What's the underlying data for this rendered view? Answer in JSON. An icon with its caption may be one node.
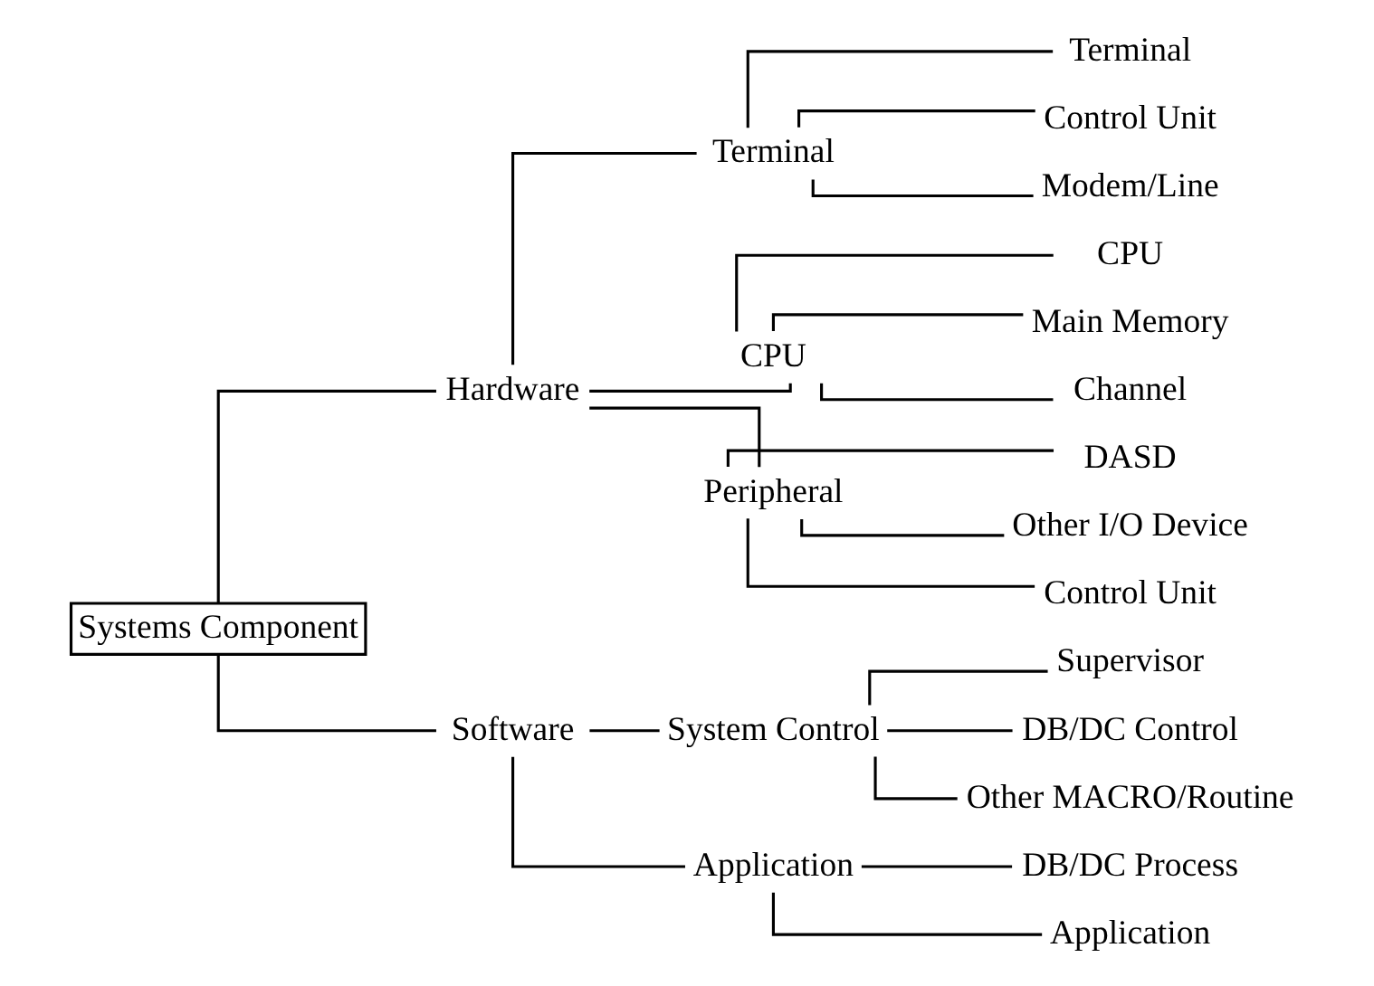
{
  "diagram": {
    "nodes": [
      {
        "text": [
          "Systems Component"
        ]
      },
      {
        "text": [
          "Hardware"
        ]
      },
      {
        "text": [
          "Software"
        ]
      },
      {
        "text": [
          "Terminal"
        ]
      },
      {
        "text": [
          "CPU"
        ]
      },
      {
        "text": [
          "Peripheral"
        ]
      },
      {
        "text": [
          "Terminal"
        ]
      },
      {
        "text": [
          "Control Unit"
        ]
      },
      {
        "text": [
          "Modem/Line"
        ]
      },
      {
        "text": [
          "CPU"
        ]
      },
      {
        "text": [
          "Main Memory"
        ]
      },
      {
        "text": [
          "Channel"
        ]
      },
      {
        "text": [
          "DASD"
        ]
      },
      {
        "text": [
          "Other I/O Device"
        ]
      },
      {
        "text": [
          "Control Unit"
        ]
      },
      {
        "text": [
          "System Control"
        ]
      },
      {
        "text": [
          "Application"
        ]
      },
      {
        "text": [
          "Supervisor"
        ]
      },
      {
        "text": [
          "DB/DC Control"
        ]
      },
      {
        "text": [
          "Other MACRO/Routine"
        ]
      },
      {
        "text": [
          "DB/DC Process"
        ]
      },
      {
        "text": [
          "Application"
        ]
      }
    ],
    "edges": [
      {
        "from": 0,
        "to": 1,
        "arrow": "none"
      },
      {
        "from": 0,
        "to": 2,
        "arrow": "none"
      },
      {
        "from": 1,
        "to": 3,
        "arrow": "none"
      },
      {
        "from": 1,
        "to": 4,
        "arrow": "none"
      },
      {
        "from": 1,
        "to": 5,
        "arrow": "none"
      },
      {
        "from": 3,
        "to": 6,
        "arrow": "none"
      },
      {
        "from": 3,
        "to": 7,
        "arrow": "none"
      },
      {
        "from": 3,
        "to": 8,
        "arrow": "none"
      },
      {
        "from": 4,
        "to": 9,
        "arrow": "none"
      },
      {
        "from": 4,
        "to": 10,
        "arrow": "none"
      },
      {
        "from": 4,
        "to": 11,
        "arrow": "none"
      },
      {
        "from": 5,
        "to": 12,
        "arrow": "none"
      },
      {
        "from": 5,
        "to": 13,
        "arrow": "none"
      },
      {
        "from": 5,
        "to": 14,
        "arrow": "none"
      },
      {
        "from": 2,
        "to": 15,
        "arrow": "none"
      },
      {
        "from": 2,
        "to": 16,
        "arrow": "none"
      },
      {
        "from": 15,
        "to": 17,
        "arrow": "none"
      },
      {
        "from": 15,
        "to": 18,
        "arrow": "none"
      },
      {
        "from": 15,
        "to": 19,
        "arrow": "none"
      },
      {
        "from": 16,
        "to": 20,
        "arrow": "none"
      },
      {
        "from": 16,
        "to": 21,
        "arrow": "none"
      }
    ]
  }
}
